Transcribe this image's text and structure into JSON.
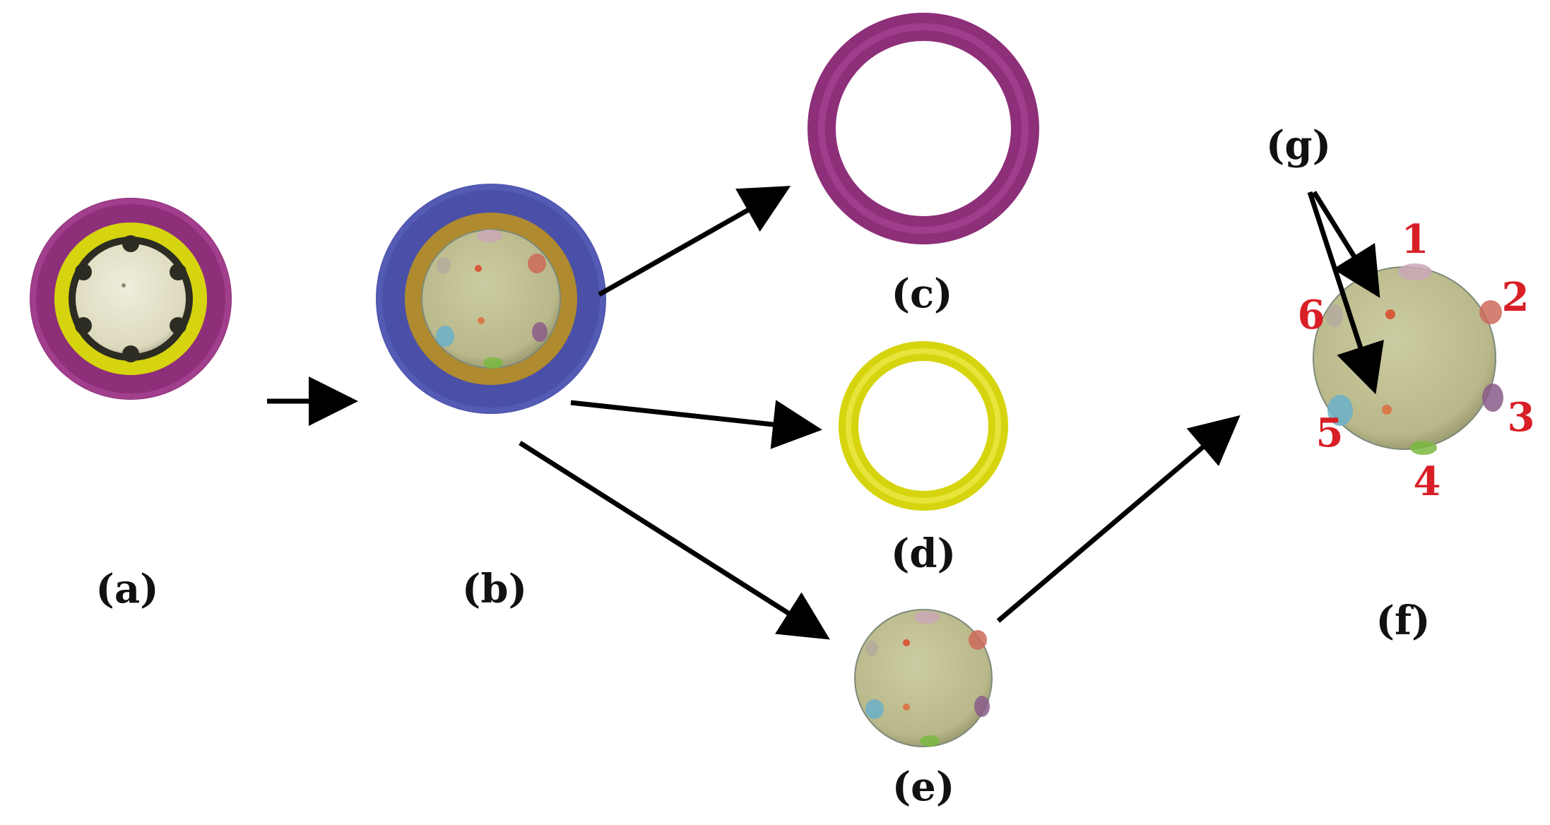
{
  "panels": {
    "a": "(a)",
    "b": "(b)",
    "c": "(c)",
    "d": "(d)",
    "e": "(e)",
    "f": "(f)",
    "g": "(g)"
  },
  "segments": [
    "1",
    "2",
    "3",
    "4",
    "5",
    "6"
  ],
  "colors": {
    "outer_ring": "#8e2f7a",
    "inner_ring": "#d6d40e",
    "blue_ring": "#4a50a8",
    "orange_ring": "#b08a2e",
    "core": "#b7b88a",
    "core_light": "#e6e3c6",
    "arrow": "#000000",
    "segment_number": "#d81f26",
    "seg_pink": "#c9a8b6",
    "seg_red": "#cc6a5a",
    "seg_purple": "#8a5c8a",
    "seg_green": "#7ab840",
    "seg_cyan": "#6ab0c8",
    "seg_gray": "#b0a6a0"
  }
}
